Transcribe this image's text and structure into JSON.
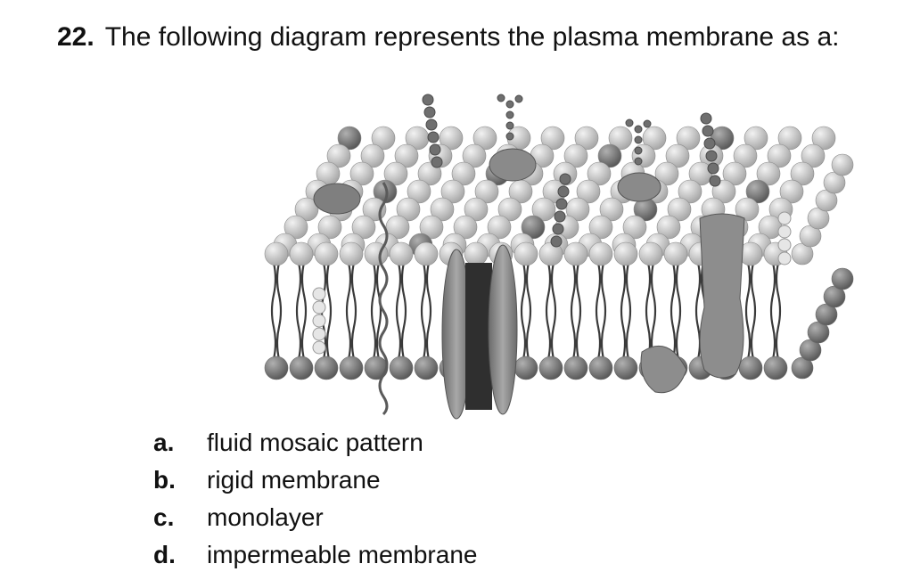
{
  "question": {
    "number": "22.",
    "text": "The following diagram represents the plasma membrane as a:"
  },
  "figure": {
    "icon": "plasma-membrane-illustration",
    "palette": {
      "head_light": "#d4d4d4",
      "head_dark": "#7d7d7d",
      "tail": "#3a3a3a",
      "protein": "#8a8a8a",
      "channel_core": "#2f2f2f"
    }
  },
  "answers": [
    {
      "letter": "a.",
      "text": "fluid mosaic pattern"
    },
    {
      "letter": "b.",
      "text": "rigid membrane"
    },
    {
      "letter": "c.",
      "text": "monolayer"
    },
    {
      "letter": "d.",
      "text": "impermeable membrane"
    }
  ]
}
